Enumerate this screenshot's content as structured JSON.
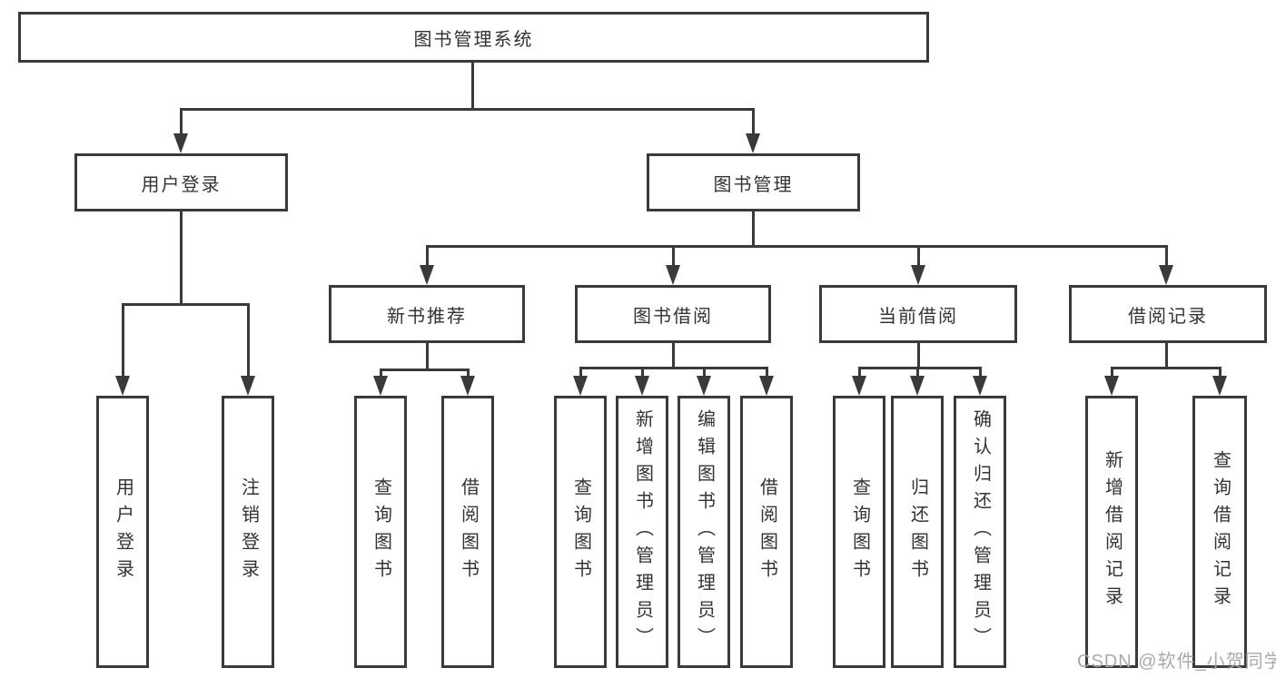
{
  "tree": {
    "root": {
      "label": "图书管理系统"
    },
    "branches": [
      {
        "label": "用户登录",
        "children": [
          {
            "label": "用户登录"
          },
          {
            "label": "注销登录"
          }
        ]
      },
      {
        "label": "图书管理",
        "children": [
          {
            "label": "新书推荐",
            "children": [
              {
                "label": "查询图书"
              },
              {
                "label": "借阅图书"
              }
            ]
          },
          {
            "label": "图书借阅",
            "children": [
              {
                "label": "查询图书"
              },
              {
                "label": "新增图书（管理员）"
              },
              {
                "label": "编辑图书（管理员）"
              },
              {
                "label": "借阅图书"
              }
            ]
          },
          {
            "label": "当前借阅",
            "children": [
              {
                "label": "查询图书"
              },
              {
                "label": "归还图书"
              },
              {
                "label": "确认归还（管理员）"
              }
            ]
          },
          {
            "label": "借阅记录",
            "children": [
              {
                "label": "新增借阅记录"
              },
              {
                "label": "查询借阅记录"
              }
            ]
          }
        ]
      }
    ]
  },
  "watermark": {
    "text": "CSDN @软件_小贺同学"
  },
  "colors": {
    "line": "#3a3a3a",
    "text": "#333333",
    "background": "#ffffff",
    "watermark": "#a4a4ac"
  }
}
